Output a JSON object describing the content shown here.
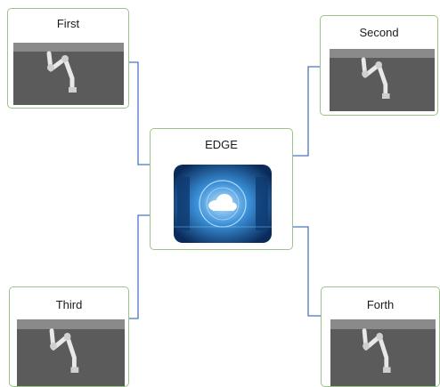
{
  "nodes": {
    "first": "First",
    "second": "Second",
    "edge": "EDGE",
    "third": "Third",
    "forth": "Forth"
  },
  "colors": {
    "node_border": "#9bc48a",
    "connector": "#4a74c4"
  },
  "icons": {
    "robot_image": "robot-arm-image",
    "edge_image": "cloud-datacenter-image"
  }
}
